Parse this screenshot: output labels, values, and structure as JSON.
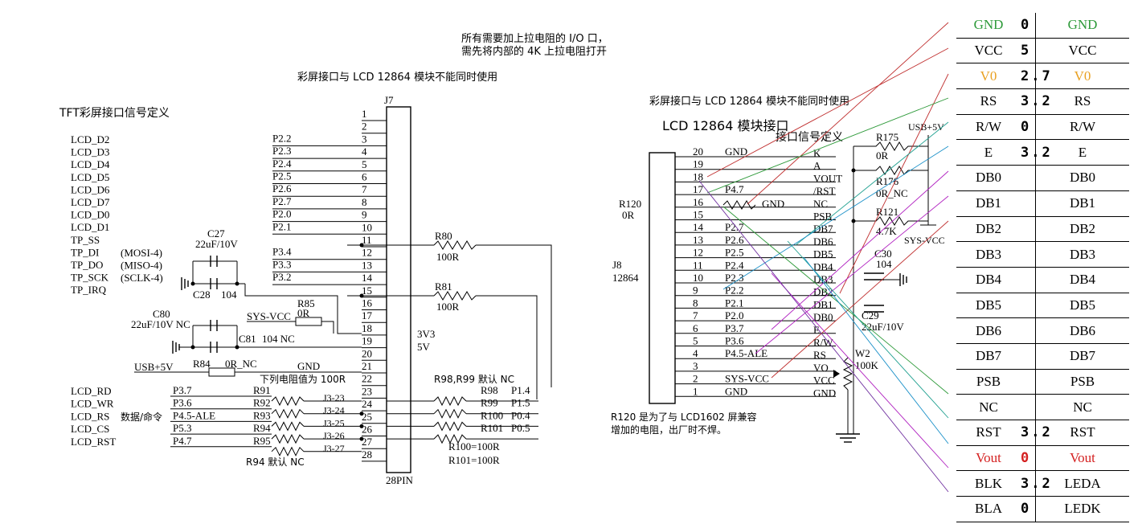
{
  "notes": {
    "pullup_line1": "所有需要加上拉电阻的 I/O 口，",
    "pullup_line2": "需先将内部的 4K 上拉电阻打开",
    "exclusive_left": "彩屏接口与 LCD 12864 模块不能同时使用",
    "exclusive_right": "彩屏接口与 LCD 12864 模块不能同时使用",
    "tft_title": "TFT彩屏接口信号定义",
    "lcd_title": "LCD 12864 模块接口",
    "signal_def": "接口信号定义",
    "r120_note1": "R120 是为了与 LCD1602 屏兼容",
    "r120_note2": "增加的电阻，出厂时不焊。",
    "resistor_values": "下列电阻值为 100R",
    "r94_default": "R94 默认 NC",
    "r98_default": "R98,R99 默认 NC",
    "r100_val": "R100=100R",
    "r101_val": "R101=100R",
    "data_cmd": "数据/命令"
  },
  "tft_signals": [
    "LCD_D2",
    "LCD_D3",
    "LCD_D4",
    "LCD_D5",
    "LCD_D6",
    "LCD_D7",
    "LCD_D0",
    "LCD_D1",
    "TP_SS",
    "TP_DI",
    "TP_DO",
    "TP_SCK",
    "TP_IRQ"
  ],
  "tp_modes": [
    "(MOSI-4)",
    "(MISO-4)",
    "(SCLK-4)"
  ],
  "lcd_ctrl_signals": [
    "LCD_RD",
    "LCD_WR",
    "LCD_RS",
    "LCD_CS",
    "LCD_RST"
  ],
  "j7": {
    "ref": "J7",
    "footprint": "28PIN",
    "pins": [
      "1",
      "2",
      "3",
      "4",
      "5",
      "6",
      "7",
      "8",
      "9",
      "10",
      "11",
      "12",
      "13",
      "14",
      "15",
      "16",
      "17",
      "18",
      "19",
      "20",
      "21",
      "22",
      "23",
      "24",
      "25",
      "26",
      "27",
      "28"
    ],
    "nets_top": [
      "P2.2",
      "P2.3",
      "P2.4",
      "P2.5",
      "P2.6",
      "P2.7",
      "P2.0",
      "P2.1"
    ],
    "nets_tp": [
      "P3.4",
      "P3.3",
      "P3.2"
    ],
    "power_label1": "3V3",
    "power_label2": "5V"
  },
  "ctrl_ports": [
    "P3.7",
    "P3.6",
    "P4.5-ALE",
    "P5.3",
    "P4.7"
  ],
  "ctrl_res": [
    "R91",
    "R92",
    "R93",
    "R94",
    "R95"
  ],
  "ctrl_j3": [
    "J3-23",
    "J3-24",
    "J3-25",
    "J3-26",
    "J3-27"
  ],
  "right_res": [
    "R98",
    "R99",
    "R100",
    "R101"
  ],
  "right_ports": [
    "P1.4",
    "P1.5",
    "P0.4",
    "P0.5"
  ],
  "left_parts": {
    "c27": "C27",
    "c27_val": "22uF/10V",
    "c28": "C28",
    "c28_val": "104",
    "c80": "C80",
    "c80_val": "22uF/10V NC",
    "c81": "C81",
    "c81_val": "104 NC",
    "sys_vcc": "SYS-VCC",
    "r85": "R85",
    "r85_val": "0R",
    "usb5v": "USB+5V",
    "r84": "R84",
    "r84_val": "0R_NC",
    "gnd": "GND",
    "r80": "R80",
    "r80_val": "100R",
    "r81": "R81",
    "r81_val": "100R"
  },
  "j8": {
    "ref": "J8",
    "name": "12864",
    "pins": [
      "20",
      "19",
      "18",
      "17",
      "16",
      "15",
      "14",
      "13",
      "12",
      "11",
      "10",
      "9",
      "8",
      "7",
      "6",
      "5",
      "4",
      "3",
      "2",
      "1"
    ],
    "nets": [
      "GND",
      "",
      "",
      "P4.7",
      "",
      "",
      "P2.7",
      "P2.6",
      "P2.5",
      "P2.4",
      "P2.3",
      "P2.2",
      "P2.1",
      "P2.0",
      "P3.7",
      "P3.6",
      "P4.5-ALE",
      "",
      "SYS-VCC",
      "GND"
    ],
    "funcs": [
      "K",
      "A",
      "VOUT",
      "/RST",
      "NC",
      "PSB",
      "DB7",
      "DB6",
      "DB5",
      "DB4",
      "DB3",
      "DB2",
      "DB1",
      "DB0",
      "E",
      "R/W",
      "RS",
      "VO",
      "VCC",
      "GND"
    ]
  },
  "right_parts": {
    "r120": "R120",
    "r120_val": "0R",
    "gnd16": "GND",
    "r175": "R175",
    "r175_val": "0R",
    "usb5v": "USB+5V",
    "r176": "R176",
    "r176_val": "0R_NC",
    "r121": "R121",
    "r121_val": "4.7K",
    "sys_vcc": "SYS-VCC",
    "c30": "C30",
    "c30_val": "104",
    "c29": "C29",
    "c29_val": "22uF/10V",
    "w2": "W2",
    "w2_val": "100K"
  },
  "pin_table": [
    {
      "a": "GND",
      "v": "0",
      "b": "GND",
      "color": "#2e9a3a",
      "vcolor": "#000000"
    },
    {
      "a": "VCC",
      "v": "5",
      "b": "VCC",
      "color": "#000000",
      "vcolor": "#000000"
    },
    {
      "a": "V0",
      "v": "2.7",
      "b": "V0",
      "color": "#e8a020",
      "vcolor": "#000000"
    },
    {
      "a": "RS",
      "v": "3.2",
      "b": "RS",
      "color": "#000000",
      "vcolor": "#000000"
    },
    {
      "a": "R/W",
      "v": "0",
      "b": "R/W",
      "color": "#000000",
      "vcolor": "#000000"
    },
    {
      "a": "E",
      "v": "3.2",
      "b": "E",
      "color": "#000000",
      "vcolor": "#000000"
    },
    {
      "a": "DB0",
      "v": "",
      "b": "DB0",
      "color": "#000000",
      "vcolor": "#000000"
    },
    {
      "a": "DB1",
      "v": "",
      "b": "DB1",
      "color": "#000000",
      "vcolor": "#000000"
    },
    {
      "a": "DB2",
      "v": "",
      "b": "DB2",
      "color": "#000000",
      "vcolor": "#000000"
    },
    {
      "a": "DB3",
      "v": "",
      "b": "DB3",
      "color": "#000000",
      "vcolor": "#000000"
    },
    {
      "a": "DB4",
      "v": "",
      "b": "DB4",
      "color": "#000000",
      "vcolor": "#000000"
    },
    {
      "a": "DB5",
      "v": "",
      "b": "DB5",
      "color": "#000000",
      "vcolor": "#000000"
    },
    {
      "a": "DB6",
      "v": "",
      "b": "DB6",
      "color": "#000000",
      "vcolor": "#000000"
    },
    {
      "a": "DB7",
      "v": "",
      "b": "DB7",
      "color": "#000000",
      "vcolor": "#000000"
    },
    {
      "a": "PSB",
      "v": "",
      "b": "PSB",
      "color": "#000000",
      "vcolor": "#000000"
    },
    {
      "a": "NC",
      "v": "",
      "b": "NC",
      "color": "#000000",
      "vcolor": "#000000"
    },
    {
      "a": "RST",
      "v": "3.2",
      "b": "RST",
      "color": "#000000",
      "vcolor": "#000000"
    },
    {
      "a": "Vout",
      "v": "0",
      "b": "Vout",
      "color": "#d42020",
      "vcolor": "#d42020"
    },
    {
      "a": "BLK",
      "v": "3.2",
      "b": "LEDA",
      "color": "#000000",
      "vcolor": "#000000"
    },
    {
      "a": "BLA",
      "v": "0",
      "b": "LEDK",
      "color": "#000000",
      "vcolor": "#000000"
    }
  ],
  "colors": {
    "wire_red": "#c03030",
    "wire_green": "#2e9a3a",
    "wire_magenta": "#b020c0",
    "wire_cyan": "#1a90c8",
    "wire_teal": "#20a090",
    "wire_purple": "#7030a0"
  }
}
